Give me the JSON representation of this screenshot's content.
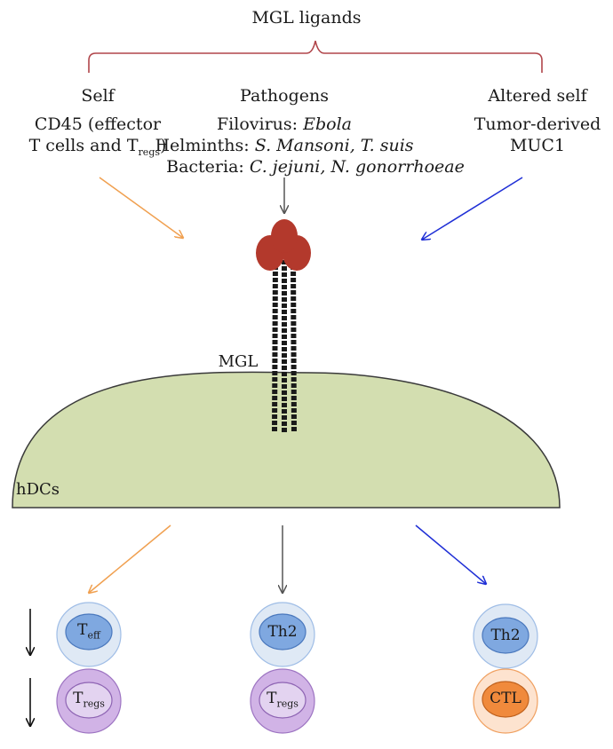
{
  "title": "MGL ligands",
  "columns": {
    "self": {
      "heading": "Self",
      "line1": "CD45 (effector",
      "line2_pre": "T cells and T",
      "line2_sub": "regs",
      "line2_post": ")"
    },
    "pathogens": {
      "heading": "Pathogens",
      "row1_label": "Filovirus: ",
      "row1_italic": "Ebola",
      "row2_label": "Helminths: ",
      "row2_italic": "S. Mansoni, T. suis",
      "row3_label": "Bacteria: ",
      "row3_italic": "C. jejuni, N. gonorrhoeae"
    },
    "altered": {
      "heading": "Altered self",
      "line1": "Tumor-derived",
      "line2": "MUC1"
    }
  },
  "receptor_label": "MGL",
  "cell_label": "hDCs",
  "outcomes": {
    "left_top": {
      "main": "T",
      "sub": "eff"
    },
    "left_bottom": {
      "main": "T",
      "sub": "regs"
    },
    "mid_top": {
      "main": "Th2"
    },
    "mid_bottom": {
      "main": "T",
      "sub": "regs"
    },
    "right_top": {
      "main": "Th2"
    },
    "right_bottom": {
      "main": "CTL"
    }
  },
  "colors": {
    "brace": "#b0454a",
    "self_arrow": "#f0a050",
    "pathogen_arrow": "#555555",
    "altered_arrow": "#1f2fd6",
    "cell_fill": "#d3deb0",
    "receptor_head": "#b3392c",
    "blue_outer": "#dfe9f5",
    "blue_inner": "#7fa8e0",
    "purple_outer": "#d1b3e6",
    "purple_inner": "#e3d3f0",
    "orange_outer": "#fde3cf",
    "orange_inner": "#f08a3c"
  }
}
